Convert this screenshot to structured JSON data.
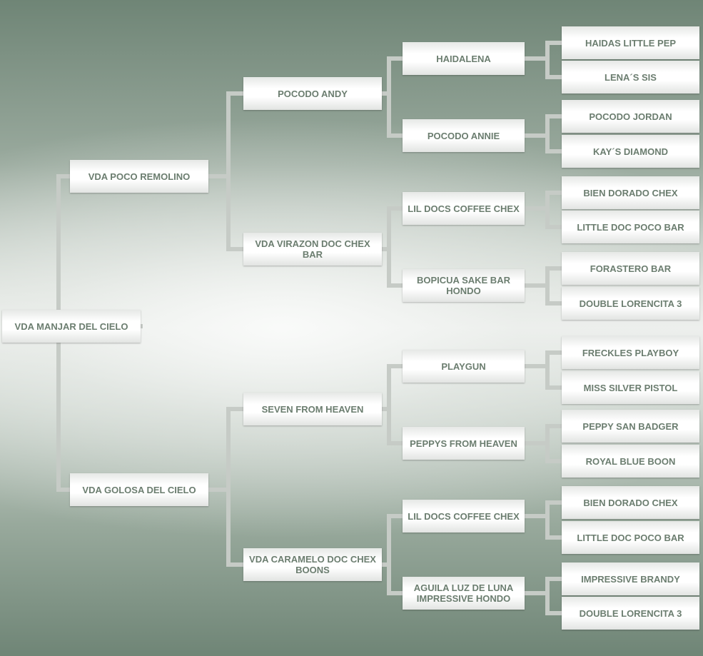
{
  "pedigree": {
    "subject": "VDA MANJAR DEL CIELO",
    "gen1": [
      "VDA POCO REMOLINO",
      "VDA GOLOSA DEL CIELO"
    ],
    "gen2": [
      "POCODO ANDY",
      "VDA VIRAZON DOC CHEX BAR",
      "SEVEN FROM HEAVEN",
      "VDA CARAMELO DOC CHEX BOONS"
    ],
    "gen3": [
      "HAIDALENA",
      "POCODO ANNIE",
      "LIL DOCS COFFEE CHEX",
      "BOPICUA SAKE BAR HONDO",
      "PLAYGUN",
      "PEPPYS FROM HEAVEN",
      "LIL DOCS COFFEE CHEX",
      "AGUILA LUZ DE LUNA IMPRESSIVE HONDO"
    ],
    "gen4": [
      "HAIDAS LITTLE PEP",
      "LENA´S SIS",
      "POCODO JORDAN",
      "KAY´S DIAMOND",
      "BIEN DORADO CHEX",
      "LITTLE DOC POCO BAR",
      "FORASTERO BAR",
      "DOUBLE LORENCITA 3",
      "FRECKLES PLAYBOY",
      "MISS SILVER PISTOL",
      "PEPPY SAN BADGER",
      "ROYAL BLUE BOON",
      "BIEN DORADO CHEX",
      "LITTLE DOC POCO BAR",
      "IMPRESSIVE BRANDY",
      "DOUBLE LORENCITA 3"
    ]
  }
}
